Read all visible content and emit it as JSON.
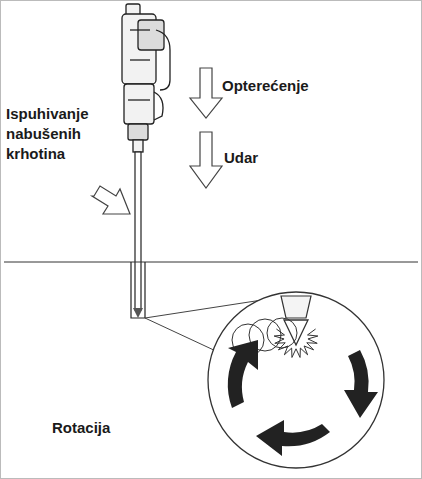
{
  "diagram": {
    "labels": [
      "Opterećenje",
      "Ispuhivanje nabušenih krhotina",
      "Udar",
      "Rotacija"
    ]
  }
}
